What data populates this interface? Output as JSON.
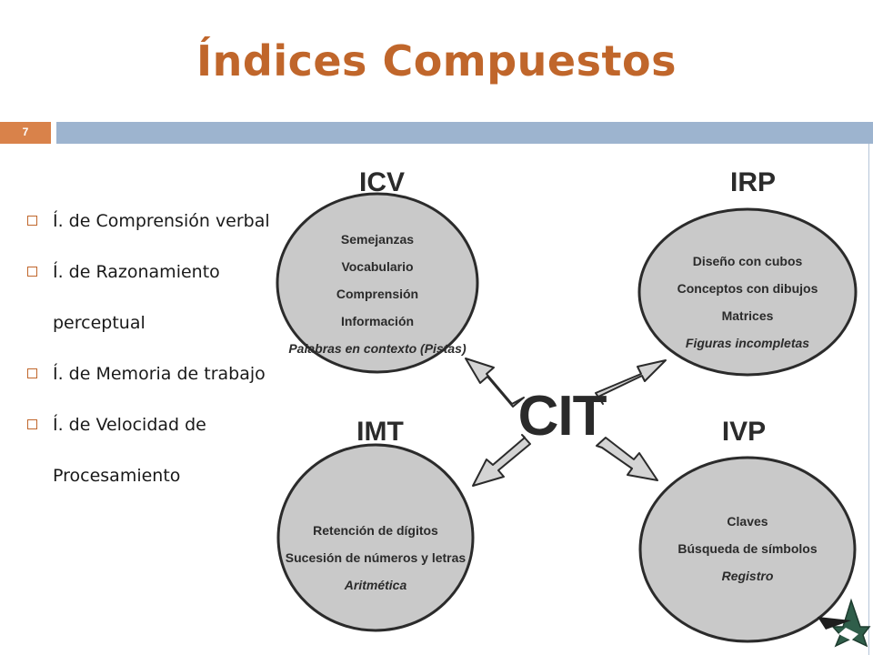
{
  "slide": {
    "title": "Índices Compuestos",
    "number": "7"
  },
  "bullets": [
    "Í. de Comprensión verbal",
    "Í. de Razonamiento perceptual",
    "Í. de Memoria de trabajo",
    "Í. de Velocidad de Procesamiento"
  ],
  "diagram": {
    "center": "CIT",
    "clusters": {
      "icv": {
        "label": "ICV",
        "items": [
          "Semejanzas",
          "Vocabulario",
          "Comprensión",
          "Información",
          "Palabras en contexto (Pistas)"
        ]
      },
      "irp": {
        "label": "IRP",
        "items": [
          "Diseño con cubos",
          "Conceptos con dibujos",
          "Matrices",
          "Figuras incompletas"
        ]
      },
      "imt": {
        "label": "IMT",
        "items": [
          "Retención de dígitos",
          "Sucesión de números y letras",
          "Aritmética"
        ]
      },
      "ivp": {
        "label": "IVP",
        "items": [
          "Claves",
          "Búsqueda de símbolos",
          "Registro"
        ]
      }
    }
  },
  "colors": {
    "title": "#c0662b",
    "accent": "#d9824a",
    "bar": "#9db4cf",
    "ellipse_fill": "#c9c9c9",
    "ellipse_stroke": "#2b2b2b"
  },
  "icons": {
    "logo": "green-star-logo-icon",
    "bullet": "square-bullet-icon"
  }
}
